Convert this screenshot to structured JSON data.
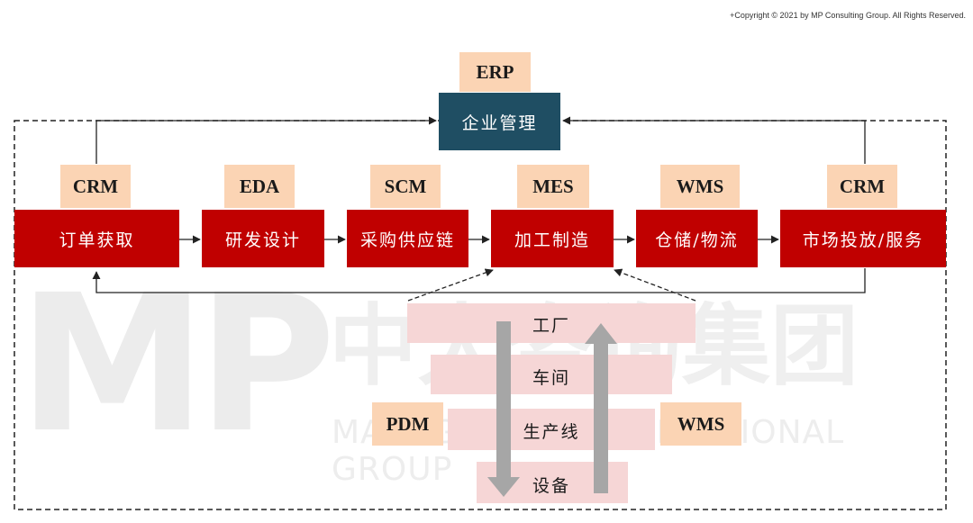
{
  "copyright": "+Copyright © 2021 by MP Consulting Group. All Rights Reserved.",
  "watermark": {
    "logo": "MP",
    "cn": "中大咨询集团",
    "en": "MANAGEMENT PROFESSIONAL GROUP"
  },
  "erp": {
    "tag": "ERP",
    "label": "企业管理"
  },
  "systems": [
    "CRM",
    "EDA",
    "SCM",
    "MES",
    "WMS",
    "CRM"
  ],
  "processes": [
    "订单获取",
    "研发设计",
    "采购供应链",
    "加工制造",
    "仓储/物流",
    "市场投放/服务"
  ],
  "pyramid": [
    "工厂",
    "车间",
    "生产线",
    "设备"
  ],
  "pdm": "PDM",
  "wms_side": "WMS",
  "colors": {
    "process": "#c00000",
    "tag": "#fbd4b4",
    "erp_box": "#1f4e63",
    "pyramid": "#f6d6d6"
  }
}
